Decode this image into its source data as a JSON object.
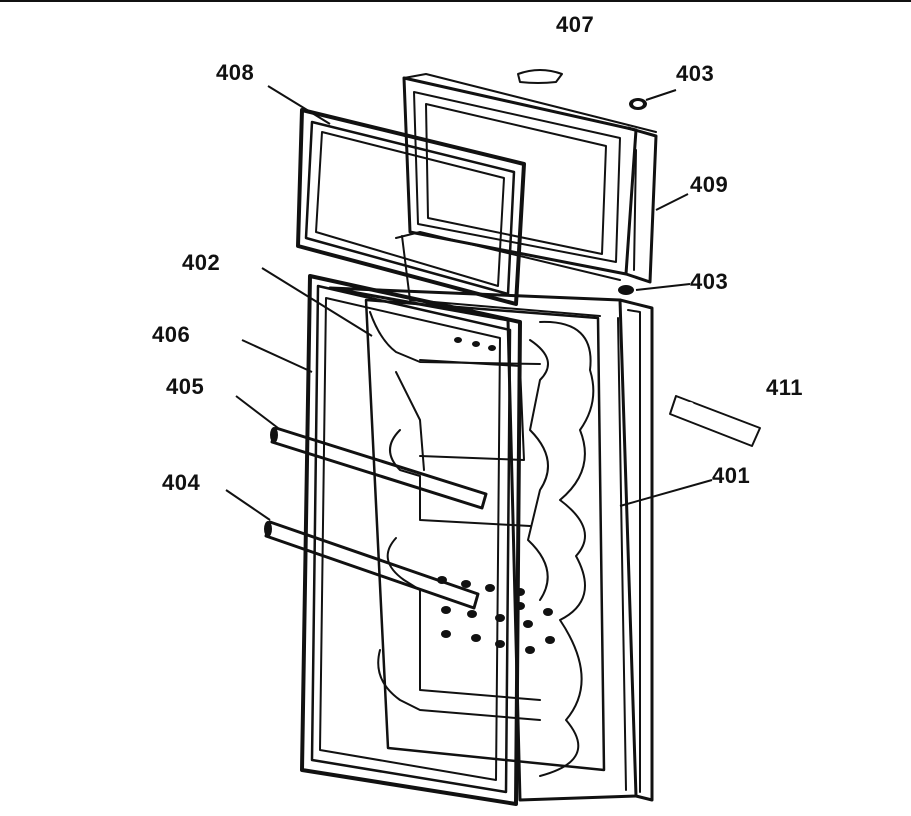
{
  "diagram": {
    "callouts": [
      {
        "id": "407",
        "text": "407"
      },
      {
        "id": "408",
        "text": "408"
      },
      {
        "id": "403a",
        "text": "403"
      },
      {
        "id": "409",
        "text": "409"
      },
      {
        "id": "402",
        "text": "402"
      },
      {
        "id": "403b",
        "text": "403"
      },
      {
        "id": "406",
        "text": "406"
      },
      {
        "id": "405",
        "text": "405"
      },
      {
        "id": "411",
        "text": "411"
      },
      {
        "id": "404",
        "text": "404"
      },
      {
        "id": "401",
        "text": "401"
      }
    ]
  }
}
